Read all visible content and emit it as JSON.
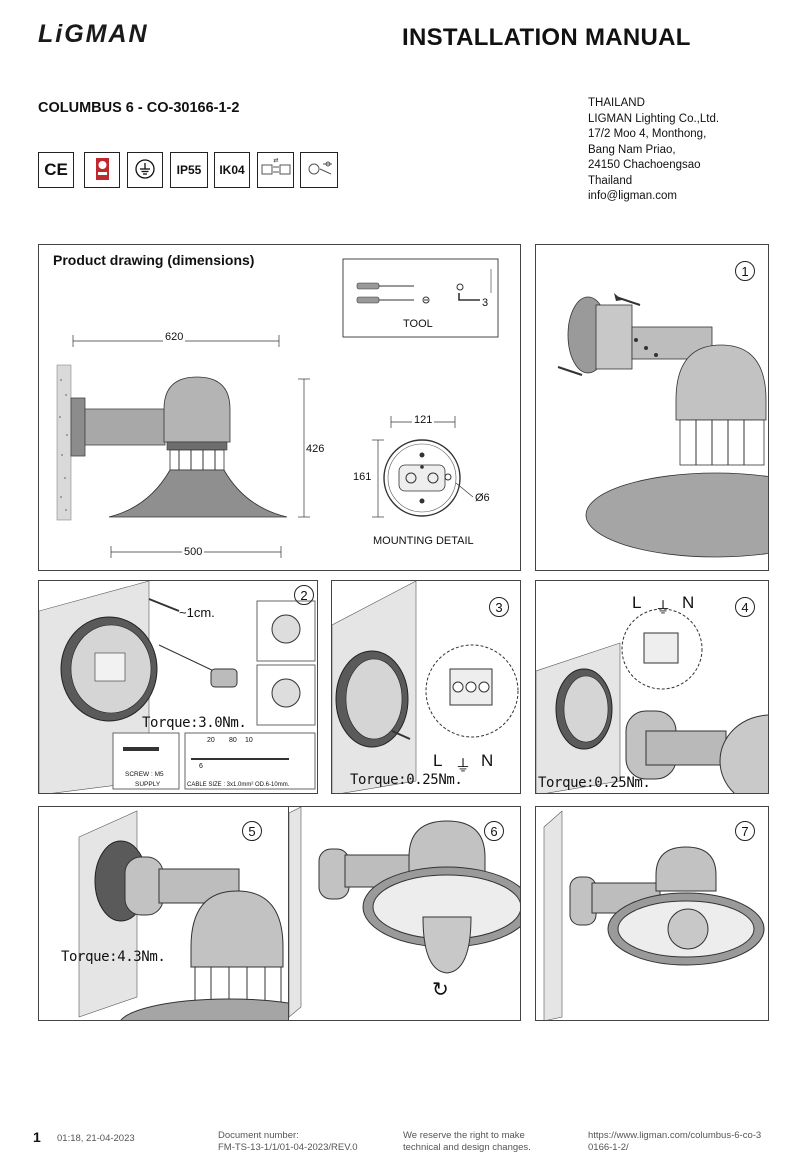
{
  "brand": "LiGMAN",
  "title": "INSTALLATION MANUAL",
  "model": "COLUMBUS 6 - CO-30166-1-2",
  "address": [
    "THAILAND",
    "LIGMAN Lighting Co.,Ltd.",
    "17/2 Moo 4, Monthong,",
    "Bang Nam Priao,",
    "24150 Chachoengsao",
    "Thailand",
    "info@ligman.com"
  ],
  "badges": {
    "ce": "CE",
    "ip": "IP55",
    "ik": "IK04"
  },
  "product_drawing": {
    "heading": "Product drawing (dimensions)",
    "width_top": "620",
    "height": "426",
    "width_bottom": "500",
    "tool_label": "TOOL",
    "tool_size": "3",
    "mount_width": "121",
    "mount_height": "161",
    "mount_hole": "Ø6",
    "mount_label": "MOUNTING DETAIL"
  },
  "steps": {
    "s1": {
      "num": "1"
    },
    "s2": {
      "num": "2",
      "gap": "~1cm.",
      "torque": "Torque:3.0Nm.",
      "screw": "SCREW : M5",
      "supply": "SUPPLY",
      "strip": [
        "20",
        "80",
        "10"
      ],
      "strip_small": "6",
      "cable": "CABLE SIZE : 3x1.0mm²  OD.6-10mm."
    },
    "s3": {
      "num": "3",
      "torque": "Torque:0.25Nm.",
      "l": "L",
      "n": "N"
    },
    "s4": {
      "num": "4",
      "torque": "Torque:0.25Nm.",
      "l": "L",
      "n": "N"
    },
    "s5": {
      "num": "5",
      "torque": "Torque:4.3Nm."
    },
    "s6": {
      "num": "6"
    },
    "s7": {
      "num": "7"
    }
  },
  "footer": {
    "page": "1",
    "date": "01:18, 21-04-2023",
    "docnum_label": "Document number:",
    "docnum": "FM-TS-13-1/1/01-04-2023/REV.0",
    "rights1": "We reserve the right to make",
    "rights2": "technical and design changes.",
    "url1": "https://www.ligman.com/columbus-6-co-3",
    "url2": "0166-1-2/"
  }
}
